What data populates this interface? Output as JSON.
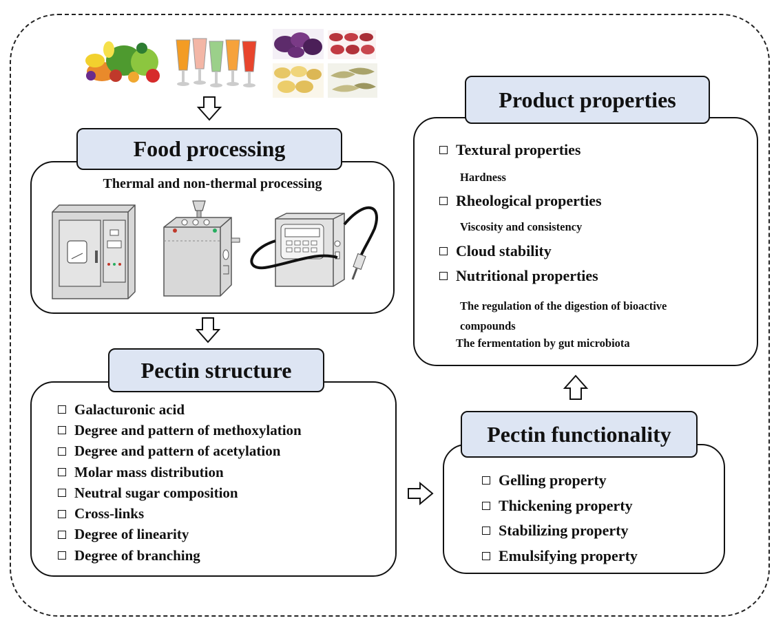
{
  "food_processing": {
    "title": "Food processing",
    "subtitle": "Thermal and non-thermal processing"
  },
  "pectin_structure": {
    "title": "Pectin structure",
    "items": [
      "Galacturonic acid",
      "Degree and pattern of methoxylation",
      "Degree and pattern of acetylation",
      "Molar mass distribution",
      "Neutral sugar composition",
      "Cross-links",
      "Degree of linearity",
      "Degree of branching"
    ]
  },
  "pectin_functionality": {
    "title": "Pectin functionality",
    "items": [
      "Gelling property",
      "Thickening property",
      "Stabilizing property",
      "Emulsifying property"
    ]
  },
  "product_properties": {
    "title": "Product properties",
    "items": [
      {
        "label": "Textural properties",
        "details": [
          "Hardness"
        ]
      },
      {
        "label": "Rheological properties",
        "details": [
          "Viscosity and consistency"
        ]
      },
      {
        "label": "Cloud stability",
        "details": []
      },
      {
        "label": "Nutritional properties",
        "details": [
          "The regulation of the digestion of bioactive compounds",
          "The fermentation by gut microbiota"
        ]
      }
    ]
  },
  "colors": {
    "title_fill": "#dde5f3",
    "border": "#111111",
    "machine_fill": "#d8d8d8"
  },
  "images": [
    "fruits-vegetables-image",
    "juices-image",
    "dried-purple-chips-image",
    "dried-red-fruit-image",
    "dried-potato-chips-image",
    "dried-green-chips-image"
  ]
}
